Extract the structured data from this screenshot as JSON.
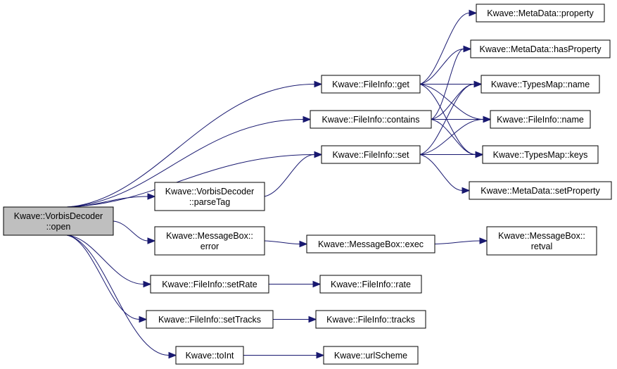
{
  "diagram": {
    "nodes": [
      {
        "id": "root",
        "lines": [
          "Kwave::VorbisDecoder",
          "::open"
        ],
        "root": true
      },
      {
        "id": "fi_get",
        "lines": [
          "Kwave::FileInfo::get"
        ]
      },
      {
        "id": "fi_contains",
        "lines": [
          "Kwave::FileInfo::contains"
        ]
      },
      {
        "id": "fi_set",
        "lines": [
          "Kwave::FileInfo::set"
        ]
      },
      {
        "id": "parse_tag",
        "lines": [
          "Kwave::VorbisDecoder",
          "::parseTag"
        ]
      },
      {
        "id": "mb_error",
        "lines": [
          "Kwave::MessageBox::",
          "error"
        ]
      },
      {
        "id": "fi_setrate",
        "lines": [
          "Kwave::FileInfo::setRate"
        ]
      },
      {
        "id": "fi_settracks",
        "lines": [
          "Kwave::FileInfo::setTracks"
        ]
      },
      {
        "id": "toint",
        "lines": [
          "Kwave::toInt"
        ]
      },
      {
        "id": "md_property",
        "lines": [
          "Kwave::MetaData::property"
        ]
      },
      {
        "id": "md_hasproperty",
        "lines": [
          "Kwave::MetaData::hasProperty"
        ]
      },
      {
        "id": "tm_name",
        "lines": [
          "Kwave::TypesMap::name"
        ]
      },
      {
        "id": "fi_name",
        "lines": [
          "Kwave::FileInfo::name"
        ]
      },
      {
        "id": "tm_keys",
        "lines": [
          "Kwave::TypesMap::keys"
        ]
      },
      {
        "id": "md_setproperty",
        "lines": [
          "Kwave::MetaData::setProperty"
        ]
      },
      {
        "id": "mb_exec",
        "lines": [
          "Kwave::MessageBox::exec"
        ]
      },
      {
        "id": "mb_retval",
        "lines": [
          "Kwave::MessageBox::",
          "retval"
        ]
      },
      {
        "id": "fi_rate",
        "lines": [
          "Kwave::FileInfo::rate"
        ]
      },
      {
        "id": "fi_tracks",
        "lines": [
          "Kwave::FileInfo::tracks"
        ]
      },
      {
        "id": "url_scheme",
        "lines": [
          "Kwave::urlScheme"
        ]
      }
    ],
    "edges": [
      {
        "from": "root",
        "to": "fi_get"
      },
      {
        "from": "root",
        "to": "fi_contains"
      },
      {
        "from": "root",
        "to": "fi_set"
      },
      {
        "from": "root",
        "to": "parse_tag"
      },
      {
        "from": "root",
        "to": "mb_error"
      },
      {
        "from": "root",
        "to": "fi_setrate"
      },
      {
        "from": "root",
        "to": "fi_settracks"
      },
      {
        "from": "root",
        "to": "toint"
      },
      {
        "from": "fi_get",
        "to": "md_property"
      },
      {
        "from": "fi_get",
        "to": "md_hasproperty"
      },
      {
        "from": "fi_get",
        "to": "tm_name"
      },
      {
        "from": "fi_get",
        "to": "fi_name"
      },
      {
        "from": "fi_get",
        "to": "tm_keys"
      },
      {
        "from": "fi_contains",
        "to": "md_hasproperty"
      },
      {
        "from": "fi_contains",
        "to": "tm_name"
      },
      {
        "from": "fi_contains",
        "to": "fi_name"
      },
      {
        "from": "fi_contains",
        "to": "tm_keys"
      },
      {
        "from": "fi_set",
        "to": "tm_name"
      },
      {
        "from": "fi_set",
        "to": "fi_name"
      },
      {
        "from": "fi_set",
        "to": "tm_keys"
      },
      {
        "from": "fi_set",
        "to": "md_setproperty"
      },
      {
        "from": "parse_tag",
        "to": "fi_set"
      },
      {
        "from": "mb_error",
        "to": "mb_exec"
      },
      {
        "from": "mb_exec",
        "to": "mb_retval"
      },
      {
        "from": "fi_setrate",
        "to": "fi_rate"
      },
      {
        "from": "fi_settracks",
        "to": "fi_tracks"
      },
      {
        "from": "toint",
        "to": "url_scheme"
      }
    ]
  }
}
